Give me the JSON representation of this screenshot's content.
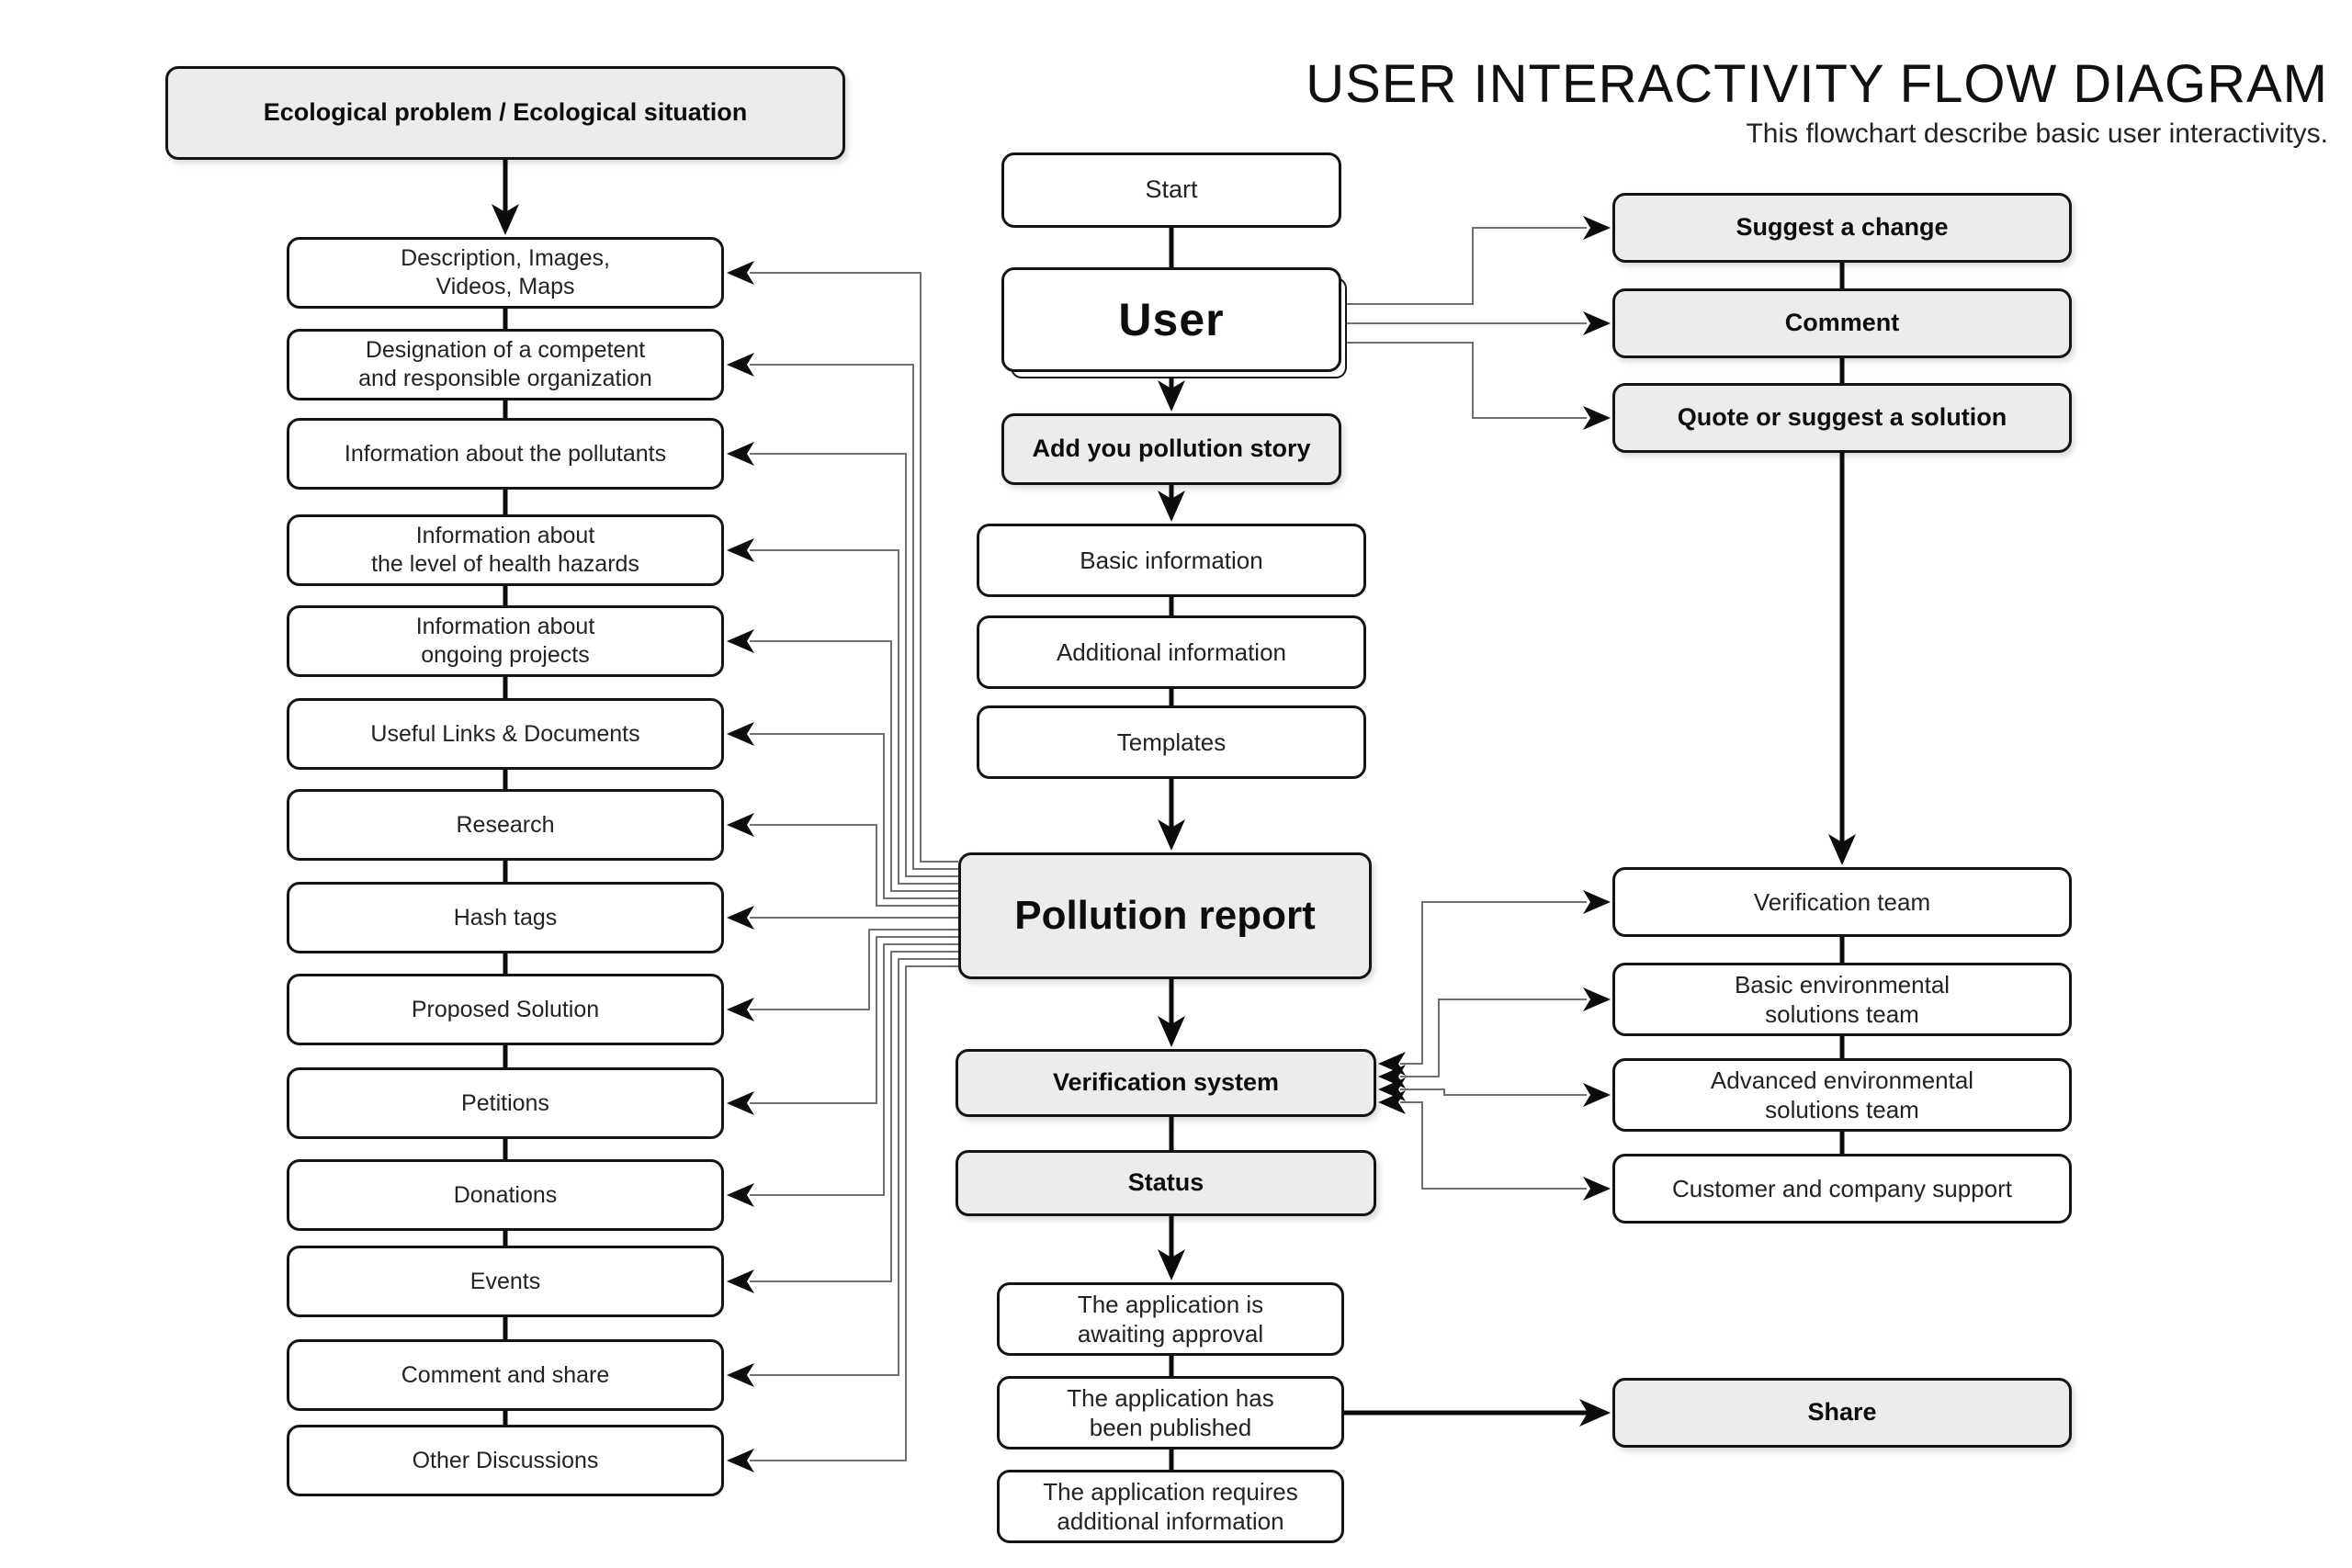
{
  "title": {
    "main": "USER INTERACTIVITY FLOW DIAGRAM",
    "subtitle": "This flowchart describe basic user interactivitys."
  },
  "left": {
    "header": "Ecological problem / Ecological situation",
    "rows": [
      "Description, Images,\nVideos, Maps",
      "Designation of a competent\nand responsible organization",
      "Information about the pollutants",
      "Information about\nthe level of health hazards",
      "Information about\nongoing projects",
      "Useful Links & Documents",
      "Research",
      "Hash tags",
      "Proposed Solution",
      "Petitions",
      "Donations",
      "Events",
      "Comment and share",
      "Other Discussions"
    ]
  },
  "center": {
    "start": "Start",
    "user": "User",
    "add_story": "Add you pollution story",
    "basic_information": "Basic information",
    "additional_information": "Additional information",
    "templates": "Templates",
    "pollution_report": "Pollution report",
    "verification_system": "Verification system",
    "status": "Status",
    "awaiting": "The application is\nawaiting approval",
    "published": "The application has\nbeen published",
    "requires": "The application requires\nadditional information"
  },
  "right": {
    "suggest": "Suggest a change",
    "comment": "Comment",
    "quote": "Quote or suggest a solution",
    "verification_team": "Verification team",
    "basic_team": "Basic environmental\nsolutions team",
    "advanced_team": "Advanced environmental\nsolutions team",
    "support": "Customer and company support",
    "share": "Share"
  },
  "colors": {
    "box_fill_gray": "#ececec",
    "box_border": "#141414",
    "thin_line": "#6f6f6f",
    "background": "#ffffff"
  }
}
